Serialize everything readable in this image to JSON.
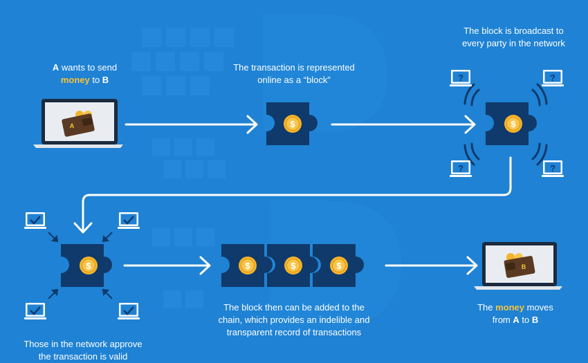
{
  "colors": {
    "background": "#1f82d4",
    "block": "#0f3a6b",
    "coin": "#f6b42a",
    "money": "#f6c33a",
    "arrow": "#ffffff",
    "screen": "#e9edf2"
  },
  "captions": {
    "step1": {
      "party_a": "A",
      "line1_rest": " wants to send",
      "money": "money",
      "to": " to ",
      "party_b": "B"
    },
    "step2": {
      "line1": "The transaction is represented",
      "line2": "online as a “block”"
    },
    "step3": {
      "line1": "The block is broadcast to",
      "line2": "every party in the network"
    },
    "step4": {
      "line1": "Those in the network approve",
      "line2": "the transaction is valid"
    },
    "step5": {
      "line1": "The block then can be added to the",
      "line2": "chain, which provides an indelible and",
      "line3": "transparent record of transactions"
    },
    "step6": {
      "the": "The ",
      "money": "money",
      "moves": " moves",
      "from": "from ",
      "party_a": "A",
      "to": " to ",
      "party_b": "B"
    }
  },
  "wallet_labels": {
    "sender": "A",
    "receiver": "B"
  },
  "icons": {
    "network_unknown": "question-mark",
    "network_approved": "check-mark",
    "coin": "dollar-coin"
  }
}
